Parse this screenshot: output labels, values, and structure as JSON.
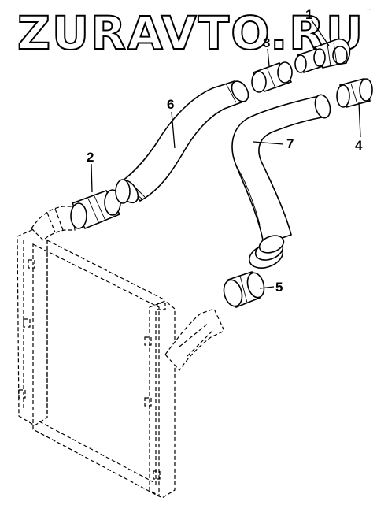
{
  "watermark": "ZURAVTO.RU",
  "callouts": [
    {
      "id": "1",
      "label": "1"
    },
    {
      "id": "2",
      "label": "2"
    },
    {
      "id": "3",
      "label": "3"
    },
    {
      "id": "4",
      "label": "4"
    },
    {
      "id": "5",
      "label": "5"
    },
    {
      "id": "6",
      "label": "6"
    },
    {
      "id": "7",
      "label": "7"
    }
  ],
  "corner_mark": "···"
}
